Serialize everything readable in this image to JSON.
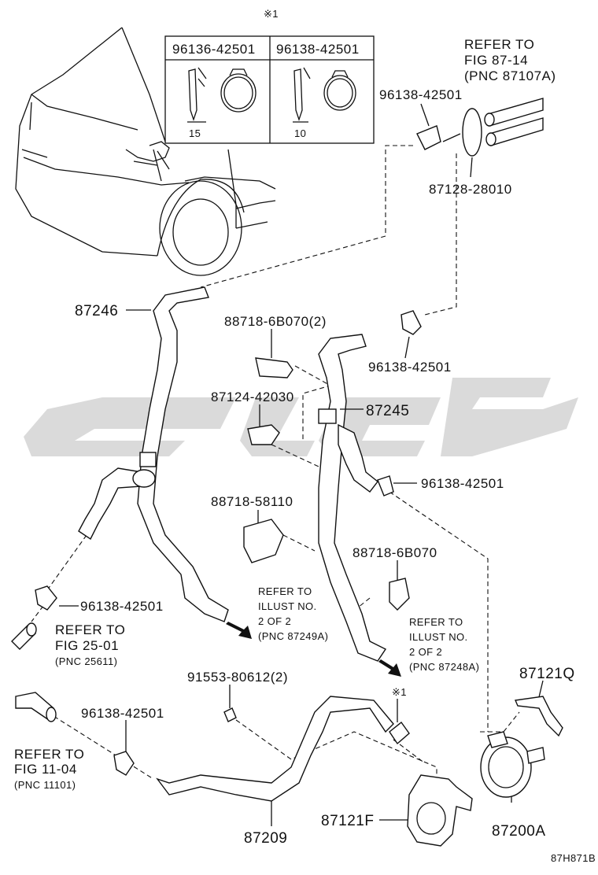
{
  "clip_table": {
    "note_mark": "※1",
    "col1_part": "96136-42501",
    "col2_part": "96138-42501",
    "col1_dim": "15",
    "col2_dim": "10"
  },
  "parts": {
    "p87246": "87246",
    "p87245": "87245",
    "p87209": "87209",
    "p87121F": "87121F",
    "p87200A": "87200A",
    "p87121Q": "87121Q",
    "p96138_a": "96138-42501",
    "p96138_b": "96138-42501",
    "p96138_c": "96138-42501",
    "p96138_d": "96138-42501",
    "p96138_e": "96138-42501",
    "p87128": "87128-28010",
    "p88718_6B070_2": "88718-6B070(2)",
    "p87124": "87124-42030",
    "p88718_58110": "88718-58110",
    "p88718_6B070": "88718-6B070",
    "p91553": "91553-80612(2)",
    "mark_x1": "※1"
  },
  "refs": {
    "fig87_line1": "REFER TO",
    "fig87_line2": "FIG 87-14",
    "fig87_line3": "(PNC 87107A)",
    "fig25_line1": "REFER TO",
    "fig25_line2": "FIG 25-01",
    "fig25_line3": "(PNC 25611)",
    "fig11_line1": "REFER TO",
    "fig11_line2": "FIG 11-04",
    "fig11_line3": "(PNC 11101)",
    "illA_line1": "REFER TO",
    "illA_line2": "ILLUST NO.",
    "illA_line3": "2 OF 2",
    "illA_line4": "(PNC 87249A)",
    "illB_line1": "REFER TO",
    "illB_line2": "ILLUST NO.",
    "illB_line3": "2 OF 2",
    "illB_line4": "(PNC 87248A)"
  },
  "diagram_code": "87H871B"
}
